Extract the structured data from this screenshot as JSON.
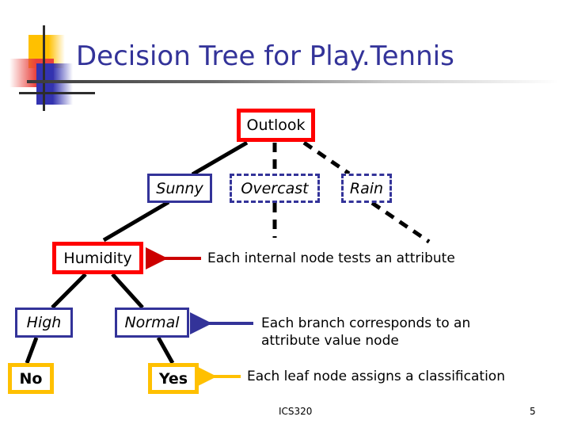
{
  "slide": {
    "title": "Decision Tree for Play.Tennis",
    "footer_course": "ICS320",
    "footer_page": "5"
  },
  "colors": {
    "title": "#333399",
    "root_node_border": "#FF0000",
    "internal_node_border": "#FF0000",
    "branch_node_border": "#333399",
    "leaf_node_border": "#FFC000",
    "edge": "#000000",
    "callout_red": "#CC0000",
    "callout_blue": "#333399",
    "callout_yellow": "#FFC000"
  },
  "tree": {
    "root": {
      "label": "Outlook",
      "kind": "internal-node"
    },
    "branches": [
      {
        "label": "Sunny",
        "kind": "branch-value",
        "edge_style": "solid"
      },
      {
        "label": "Overcast",
        "kind": "branch-value",
        "edge_style": "dashed"
      },
      {
        "label": "Rain",
        "kind": "branch-value",
        "edge_style": "dashed"
      }
    ],
    "internal": {
      "label": "Humidity",
      "kind": "internal-node"
    },
    "sub_branches": [
      {
        "label": "High",
        "kind": "branch-value",
        "edge_style": "solid"
      },
      {
        "label": "Normal",
        "kind": "branch-value",
        "edge_style": "solid"
      }
    ],
    "leaves": [
      {
        "label": "No",
        "kind": "leaf-node"
      },
      {
        "label": "Yes",
        "kind": "leaf-node"
      }
    ]
  },
  "annotations": [
    {
      "id": "internal-node-note",
      "text": "Each internal node tests an attribute",
      "pointer_color": "#CC0000"
    },
    {
      "id": "branch-note",
      "text": "Each branch corresponds to an\nattribute value node",
      "pointer_color": "#333399"
    },
    {
      "id": "leaf-note",
      "text": "Each leaf node assigns a classification",
      "pointer_color": "#FFC000"
    }
  ],
  "icons": {
    "logo": "colored-squares-crosshair-logo",
    "arrow_internal": "left-arrow-icon",
    "arrow_branch": "left-arrow-icon",
    "arrow_leaf": "left-arrow-icon"
  }
}
